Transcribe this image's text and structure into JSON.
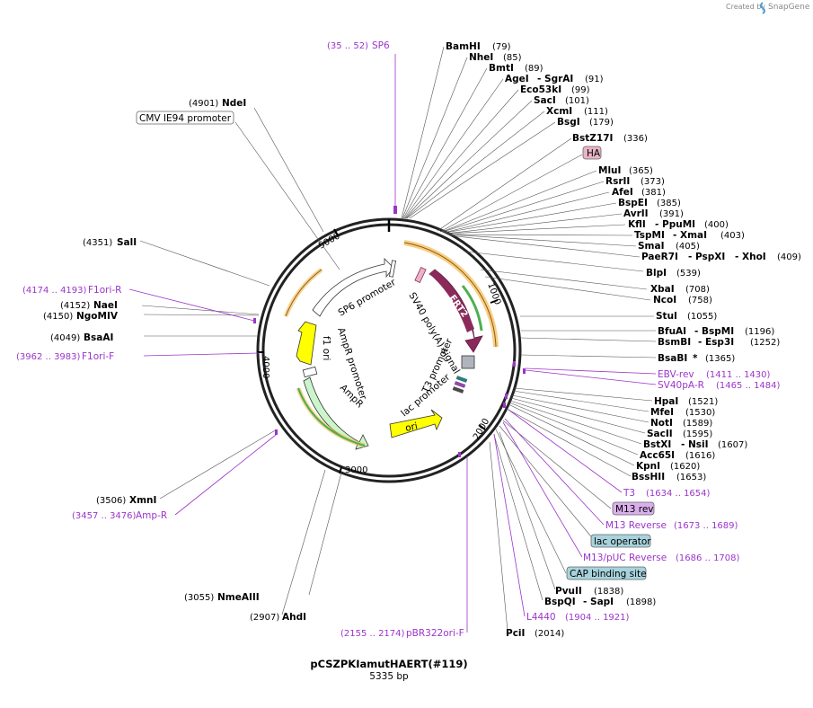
{
  "header": {
    "created_by": "Created by",
    "brand": "SnapGene"
  },
  "plasmid": {
    "name": "pCSZPKIamutHAERT(#119)",
    "length": "5335 bp"
  },
  "ticks": [
    "1000",
    "2000",
    "3000",
    "4000",
    "5000"
  ],
  "feature_labels": {
    "cmv": "CMV IE94 promoter",
    "ha": "HA",
    "m13rev": "M13 rev",
    "lacop": "lac operator",
    "cap": "CAP binding site",
    "sp6p": "SP6 promoter",
    "sv40": "SV40 poly(A) signal",
    "ert2": "ERT2",
    "f1": "f1 ori",
    "amprp": "AmpR promoter",
    "ampr": "AmpR",
    "t3p": "T3 promoter",
    "lacp": "lac promoter",
    "ori": "ori"
  },
  "sites": [
    {
      "id": "bamhi",
      "name": "BamHI",
      "pos": "(79)"
    },
    {
      "id": "nhei",
      "name": "NheI",
      "pos": "(85)"
    },
    {
      "id": "bmti",
      "name": "BmtI",
      "pos": "(89)"
    },
    {
      "id": "agei",
      "name": "AgeI",
      "name2": "- SgrAI",
      "pos": "(91)"
    },
    {
      "id": "eco53ki",
      "name": "Eco53kI",
      "pos": "(99)"
    },
    {
      "id": "saci",
      "name": "SacI",
      "pos": "(101)"
    },
    {
      "id": "xcmi",
      "name": "XcmI",
      "pos": "(111)"
    },
    {
      "id": "bsgi",
      "name": "BsgI",
      "pos": "(179)"
    },
    {
      "id": "bstz17i",
      "name": "BstZ17I",
      "pos": "(336)"
    },
    {
      "id": "mlui",
      "name": "MluI",
      "pos": "(365)"
    },
    {
      "id": "rsrii",
      "name": "RsrII",
      "pos": "(373)"
    },
    {
      "id": "afei",
      "name": "AfeI",
      "pos": "(381)"
    },
    {
      "id": "bspei",
      "name": "BspEI",
      "pos": "(385)"
    },
    {
      "id": "avrii",
      "name": "AvrII",
      "pos": "(391)"
    },
    {
      "id": "kfli",
      "name": "KflI",
      "name2": "- PpuMI",
      "pos": "(400)"
    },
    {
      "id": "tspmi",
      "name": "TspMI",
      "name2": "- XmaI",
      "pos": "(403)"
    },
    {
      "id": "smai",
      "name": "SmaI",
      "pos": "(405)"
    },
    {
      "id": "paer7i",
      "name": "PaeR7I",
      "name2": "- PspXI",
      "name3": "- XhoI",
      "pos": "(409)"
    },
    {
      "id": "blpi",
      "name": "BlpI",
      "pos": "(539)"
    },
    {
      "id": "xbai",
      "name": "XbaI",
      "pos": "(708)"
    },
    {
      "id": "ncoi",
      "name": "NcoI",
      "pos": "(758)"
    },
    {
      "id": "stui",
      "name": "StuI",
      "pos": "(1055)"
    },
    {
      "id": "bfuai",
      "name": "BfuAI",
      "name2": "- BspMI",
      "pos": "(1196)"
    },
    {
      "id": "bsmbi",
      "name": "BsmBI",
      "name2": "- Esp3I",
      "pos": "(1252)"
    },
    {
      "id": "bsabi",
      "name": "BsaBI",
      "name2": "*",
      "pos": "(1365)"
    },
    {
      "id": "hpai",
      "name": "HpaI",
      "pos": "(1521)"
    },
    {
      "id": "mfei",
      "name": "MfeI",
      "pos": "(1530)"
    },
    {
      "id": "noti",
      "name": "NotI",
      "pos": "(1589)"
    },
    {
      "id": "sacii",
      "name": "SacII",
      "pos": "(1595)"
    },
    {
      "id": "bstxi",
      "name": "BstXI",
      "name2": "- NsiI",
      "pos": "(1607)"
    },
    {
      "id": "acc65i",
      "name": "Acc65I",
      "pos": "(1616)"
    },
    {
      "id": "kpni",
      "name": "KpnI",
      "pos": "(1620)"
    },
    {
      "id": "bsshii",
      "name": "BssHII",
      "pos": "(1653)"
    },
    {
      "id": "pvuii",
      "name": "PvuII",
      "pos": "(1838)"
    },
    {
      "id": "bspqi",
      "name": "BspQI",
      "name2": "- SapI",
      "pos": "(1898)"
    },
    {
      "id": "pcii",
      "name": "PciI",
      "pos": "(2014)"
    },
    {
      "id": "ahdi",
      "name": "AhdI",
      "pos": "(2907)"
    },
    {
      "id": "nmeaiii",
      "name": "NmeAIII",
      "pos": "(3055)"
    },
    {
      "id": "xmni",
      "name": "XmnI",
      "pos": "(3506)"
    },
    {
      "id": "bsaai",
      "name": "BsaAI",
      "pos": "(4049)"
    },
    {
      "id": "ngomiv",
      "name": "NgoMIV",
      "pos": "(4150)"
    },
    {
      "id": "naei",
      "name": "NaeI",
      "pos": "(4152)"
    },
    {
      "id": "sali",
      "name": "SalI",
      "pos": "(4351)"
    },
    {
      "id": "ndei",
      "name": "NdeI",
      "pos": "(4901)"
    }
  ],
  "primers": [
    {
      "id": "sp6",
      "name": "SP6",
      "range": "(35 .. 52)"
    },
    {
      "id": "ebvrev",
      "name": "EBV-rev",
      "range": "(1411 .. 1430)"
    },
    {
      "id": "sv40par",
      "name": "SV40pA-R",
      "range": "(1465 .. 1484)"
    },
    {
      "id": "t3",
      "name": "T3",
      "range": "(1634 .. 1654)"
    },
    {
      "id": "m13reverse",
      "name": "M13 Reverse",
      "range": "(1673 .. 1689)"
    },
    {
      "id": "m13puc",
      "name": "M13/pUC Reverse",
      "range": "(1686 .. 1708)"
    },
    {
      "id": "l4440",
      "name": "L4440",
      "range": "(1904 .. 1921)"
    },
    {
      "id": "pbr322",
      "name": "pBR322ori-F",
      "range": "(2155 .. 2174)"
    },
    {
      "id": "ampr_p",
      "name": "Amp-R",
      "range": "(3457 .. 3476)"
    },
    {
      "id": "f1orif",
      "name": "F1ori-F",
      "range": "(3962 .. 3983)"
    },
    {
      "id": "f1orir",
      "name": "F1ori-R",
      "range": "(4174 .. 4193)"
    }
  ],
  "colors": {
    "primer": "#9b35c9",
    "ert2": "#8b2a5a",
    "promoter": "#ffffff",
    "yellow": "#ffff00",
    "ampr": "#ccf5cc",
    "cap": "#a7d3dd",
    "ha": "#e8b4c4",
    "m13": "#dab0ec",
    "snapgene": "#4a9fd6"
  }
}
